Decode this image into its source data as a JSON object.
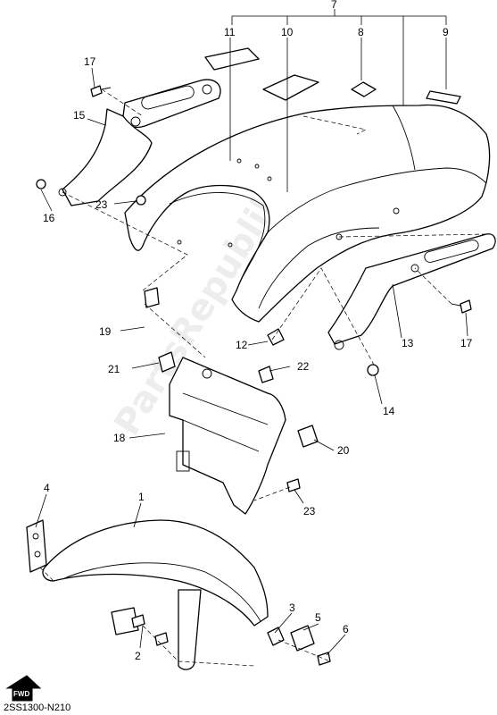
{
  "callouts": [
    {
      "id": "1",
      "label": "1"
    },
    {
      "id": "2",
      "label": "2"
    },
    {
      "id": "3",
      "label": "3"
    },
    {
      "id": "4",
      "label": "4"
    },
    {
      "id": "5",
      "label": "5"
    },
    {
      "id": "6",
      "label": "6"
    },
    {
      "id": "7",
      "label": "7"
    },
    {
      "id": "8",
      "label": "8"
    },
    {
      "id": "9",
      "label": "9"
    },
    {
      "id": "10",
      "label": "10"
    },
    {
      "id": "11",
      "label": "11"
    },
    {
      "id": "12",
      "label": "12"
    },
    {
      "id": "13",
      "label": "13"
    },
    {
      "id": "14",
      "label": "14"
    },
    {
      "id": "15",
      "label": "15"
    },
    {
      "id": "16",
      "label": "16"
    },
    {
      "id": "17a",
      "label": "17"
    },
    {
      "id": "17b",
      "label": "17"
    },
    {
      "id": "18",
      "label": "18"
    },
    {
      "id": "19",
      "label": "19"
    },
    {
      "id": "20",
      "label": "20"
    },
    {
      "id": "21",
      "label": "21"
    },
    {
      "id": "22",
      "label": "22"
    },
    {
      "id": "23a",
      "label": "23"
    },
    {
      "id": "23b",
      "label": "23"
    }
  ],
  "fwd_badge": "FWD",
  "diagram_code": "2SS1300-N210",
  "watermark": "PartsRepublik"
}
